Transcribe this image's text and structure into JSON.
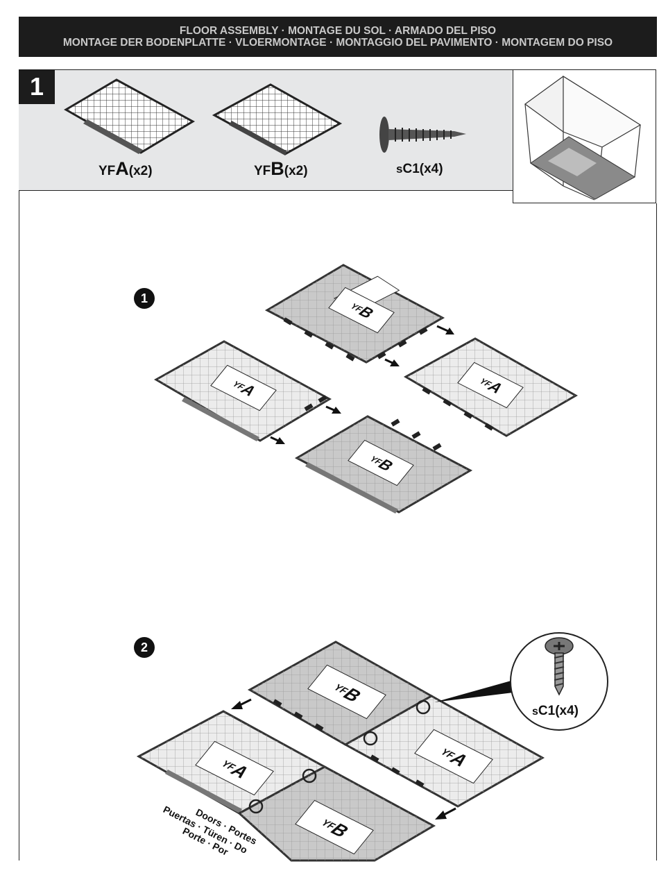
{
  "header": {
    "line1": "FLOOR ASSEMBLY · MONTAGE DU SOL · ARMADO DEL PISO",
    "line2": "MONTAGE DER BODENPLATTE · VLOERMONTAGE · MONTAGGIO DEL PAVIMENTO · MONTAGEM DO PISO"
  },
  "step": {
    "number": "1"
  },
  "parts": [
    {
      "prefix": "YF",
      "letter": "A",
      "qty": "(x2)"
    },
    {
      "prefix": "YF",
      "letter": "B",
      "qty": "(x2)"
    },
    {
      "prefix": "s",
      "letter": "C1",
      "qty": "(x4)"
    }
  ],
  "substeps": [
    "1",
    "2"
  ],
  "panel_labels": {
    "a_prefix": "YF",
    "a_letter": "A",
    "b_prefix": "YF",
    "b_letter": "B"
  },
  "screw_callout": {
    "prefix": "s",
    "code": "C1",
    "qty": "(x4)"
  },
  "doors_text": {
    "line1": "Doors · Portes",
    "line2": "Puertas · Türen · Do",
    "line3": "Porte · Por"
  },
  "colors": {
    "header_bg": "#1c1c1c",
    "panel_bg": "#e6e7e8",
    "floor_a": "#ececec",
    "floor_b": "#c9c9c9"
  }
}
